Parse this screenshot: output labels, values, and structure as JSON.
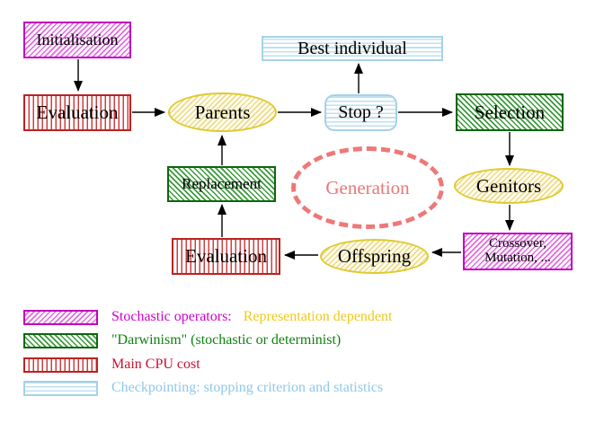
{
  "diagram": {
    "nodes": {
      "initialisation": {
        "label": "Initialisation"
      },
      "evaluation_top": {
        "label": "Evaluation"
      },
      "parents": {
        "label": "Parents"
      },
      "best_individual": {
        "label": "Best individual"
      },
      "stop": {
        "label": "Stop ?"
      },
      "selection": {
        "label": "Selection"
      },
      "replacement": {
        "label": "Replacement"
      },
      "generation": {
        "label": "Generation"
      },
      "genitors": {
        "label": "Genitors"
      },
      "crossover_mutation": {
        "line1": "Crossover,",
        "line2": "Mutation, ..."
      },
      "offspring": {
        "label": "Offspring"
      },
      "evaluation_bottom": {
        "label": "Evaluation"
      }
    },
    "legend": {
      "items": [
        {
          "id": "stochastic-operators",
          "swatch": "magenta-diagonal-hatch",
          "label": "Stochastic operators:",
          "suffix": "Representation dependent"
        },
        {
          "id": "darwinism",
          "swatch": "green-diagonal-hatch",
          "label": "\"Darwinism\" (stochastic or determinist)"
        },
        {
          "id": "main-cpu-cost",
          "swatch": "red-vertical-hatch",
          "label": "Main CPU cost"
        },
        {
          "id": "checkpointing",
          "swatch": "cyan-horizontal-hatch",
          "label": "Checkpointing: stopping criterion and statistics"
        }
      ]
    },
    "colors": {
      "magenta_border": "#c000c0",
      "green_border": "#0d660d",
      "red_border": "#bb2222",
      "cyan_border": "#a5d2e8",
      "yellow_border": "#dfca2e",
      "salmon_dashed": "#ee7878",
      "legend_magenta_text": "#cc00cc",
      "legend_gold_text": "#efc916",
      "legend_green_text": "#0e820e",
      "legend_crimson_text": "#c51230",
      "legend_skyblue_text": "#8fc8e8",
      "arrow": "#000000"
    }
  }
}
